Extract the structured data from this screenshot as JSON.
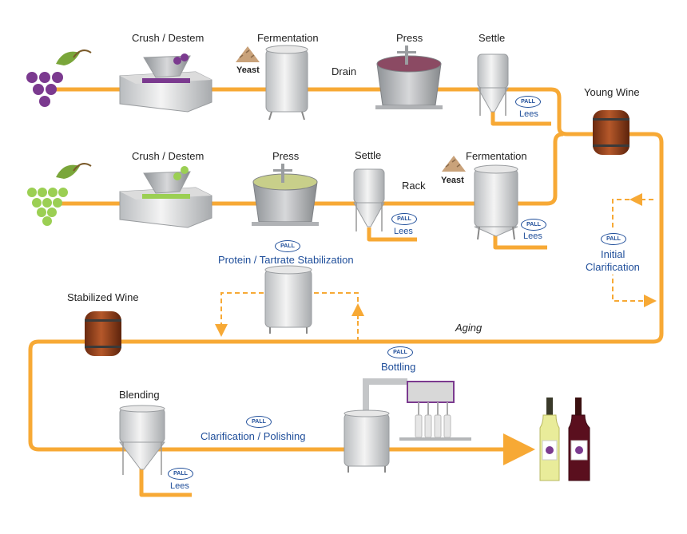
{
  "row1": {
    "crush": "Crush / Destem",
    "fermentation": "Fermentation",
    "yeast": "Yeast",
    "drain": "Drain",
    "press": "Press",
    "settle": "Settle",
    "lees": "Lees"
  },
  "young_wine": "Young Wine",
  "row2": {
    "crush": "Crush / Destem",
    "press": "Press",
    "settle": "Settle",
    "lees": "Lees",
    "rack": "Rack",
    "fermentation": "Fermentation",
    "yeast": "Yeast",
    "lees2": "Lees"
  },
  "initial_clarification": {
    "line1": "Initial",
    "line2": "Clarification"
  },
  "protein": "Protein / Tartrate Stabilization",
  "stabilized_wine": "Stabilized Wine",
  "aging": "Aging",
  "bottling": "Bottling",
  "blending": "Blending",
  "blending_lees": "Lees",
  "clarification_polishing": "Clarification / Polishing",
  "pall_logo": "PALL",
  "colors": {
    "pipe": "#f7a935",
    "pall_blue": "#1f4e9a",
    "red_grape": "#7b3a8f",
    "green_grape": "#9bcf53",
    "barrel": "#8b3a1a"
  }
}
